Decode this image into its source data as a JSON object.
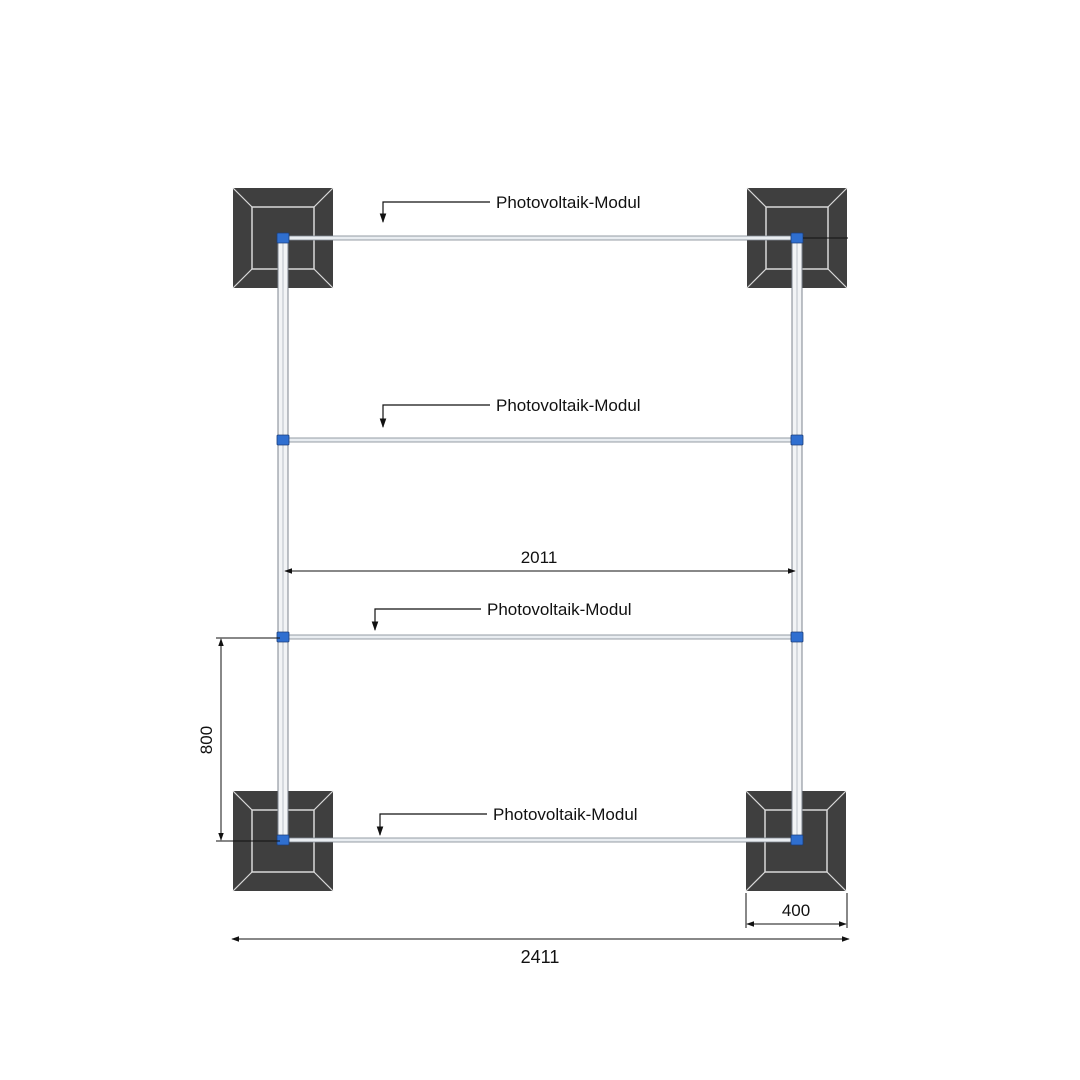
{
  "labels": {
    "module_1": "Photovoltaik-Modul",
    "module_2": "Photovoltaik-Modul",
    "module_3": "Photovoltaik-Modul",
    "module_4": "Photovoltaik-Modul"
  },
  "dimensions": {
    "inner_width": "2011",
    "module_spacing": "800",
    "foot_width": "400",
    "overall_width": "2411"
  },
  "colors": {
    "foot_fill": "#3f3f3f",
    "foot_line": "#d9d9d9",
    "clamp_blue": "#2f6fd0",
    "rail": "#b9c0c8",
    "line": "#111111"
  }
}
